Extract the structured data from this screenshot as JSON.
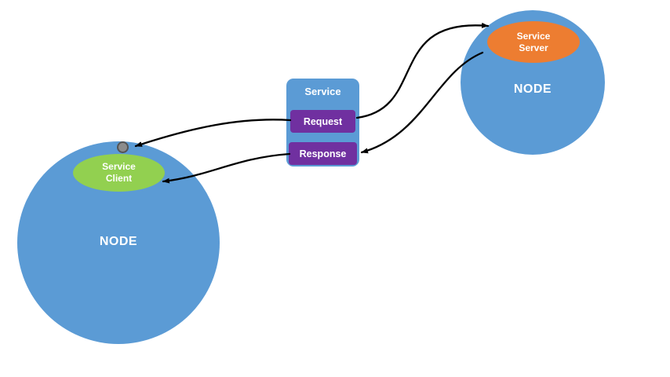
{
  "colors": {
    "background": "#ffffff",
    "node_blue": "#5b9bd5",
    "service_box_blue": "#5b9bd5",
    "message_purple": "#7030a0",
    "client_green": "#92d050",
    "server_orange": "#ed7d31",
    "dot_gray": "#8c8c8c",
    "arrow_black": "#000000"
  },
  "left_node": {
    "label": "NODE",
    "service_client": {
      "line1": "Service",
      "line2": "Client"
    }
  },
  "right_node": {
    "label": "NODE",
    "service_server": {
      "line1": "Service",
      "line2": "Server"
    }
  },
  "service": {
    "title": "Service",
    "request": "Request",
    "response": "Response"
  }
}
